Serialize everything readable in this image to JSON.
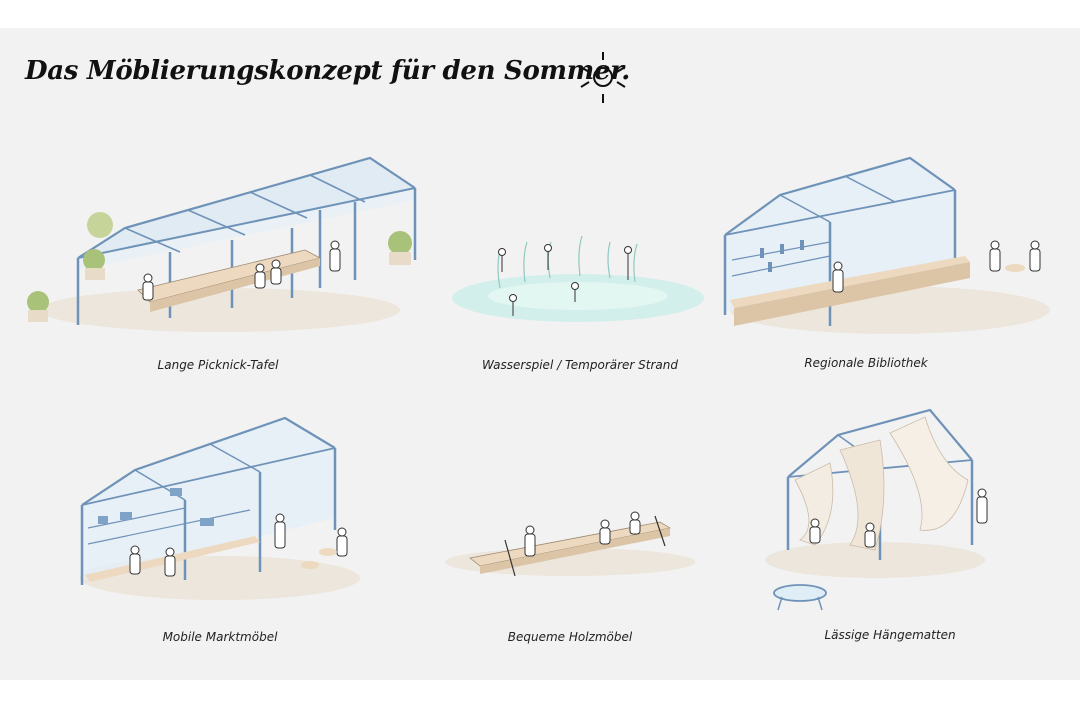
{
  "title": "Das Möblierungskonzept für den Sommer.",
  "icons": [
    "sun-icon"
  ],
  "colors": {
    "frame": "#6f93b8",
    "glass": "#dbe9f4",
    "wood": "#ecd9bf",
    "water": "#cfeeea",
    "plant": "#a9c27a",
    "board": "#f2f2f2",
    "ink": "#222222"
  },
  "panels": [
    {
      "caption": "Lange Picknick-Tafel"
    },
    {
      "caption": "Wasserspiel / Temporärer Strand"
    },
    {
      "caption": "Regionale Bibliothek"
    },
    {
      "caption": "Mobile Marktmöbel"
    },
    {
      "caption": "Bequeme Holzmöbel"
    },
    {
      "caption": "Lässige Hängematten"
    }
  ]
}
